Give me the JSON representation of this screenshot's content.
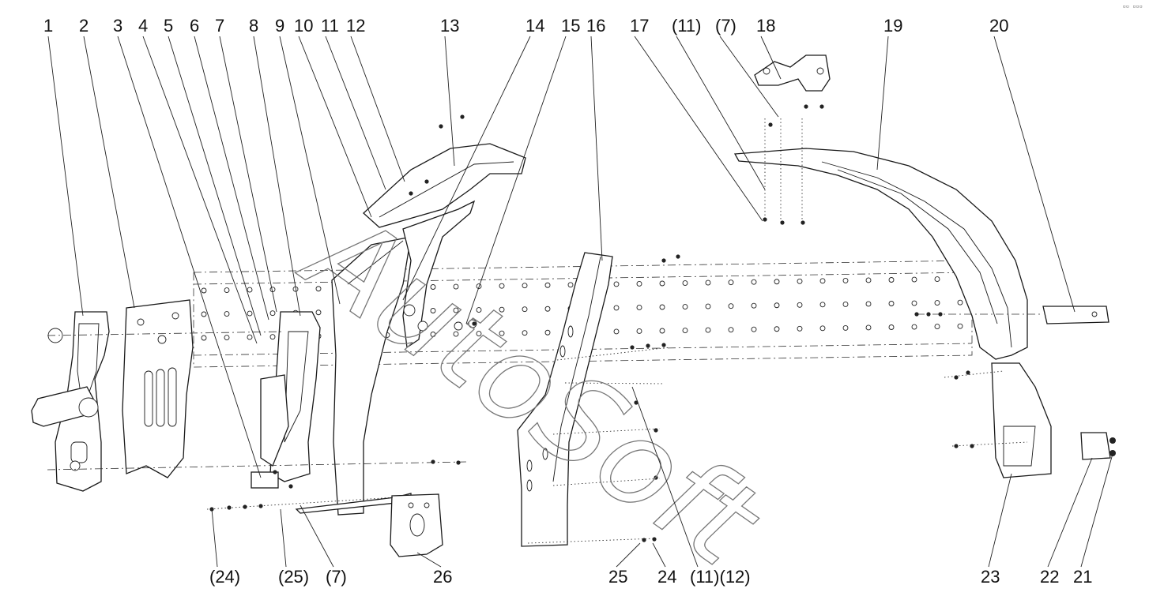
{
  "diagram": {
    "callouts_top": [
      "1",
      "2",
      "3",
      "4",
      "5",
      "6",
      "7",
      "8",
      "9",
      "10",
      "11",
      "12",
      "13",
      "14",
      "15",
      "16",
      "17",
      "(11)",
      "(7)",
      "18",
      "19",
      "20"
    ],
    "callouts_bottom": [
      "(24)",
      "(25)",
      "(7)",
      "26",
      "25",
      "24",
      "(11)(12)",
      "23",
      "22",
      "21"
    ],
    "watermark": "AutoSoft",
    "corner_mark": "▫▫ ▫▫▫"
  }
}
